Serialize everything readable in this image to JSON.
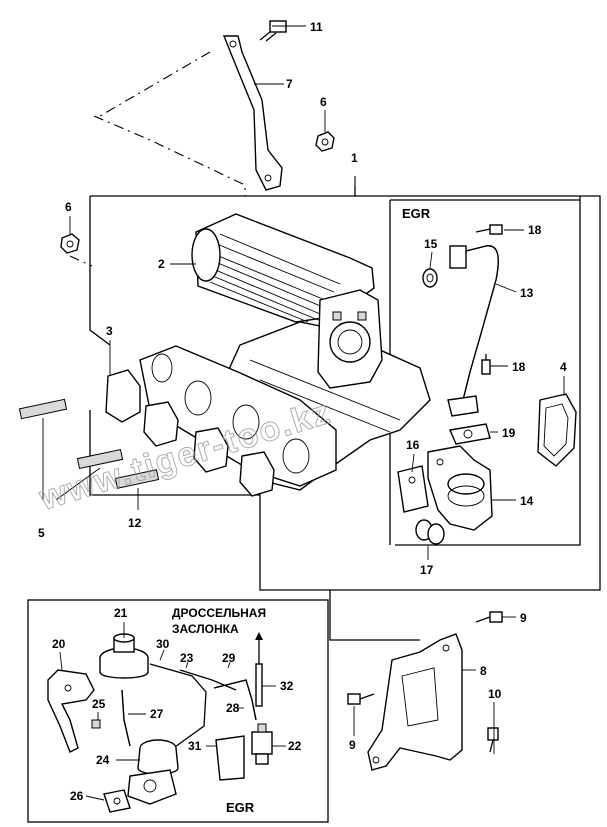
{
  "callouts": {
    "c1": "1",
    "c2": "2",
    "c3": "3",
    "c4": "4",
    "c5": "5",
    "c6a": "6",
    "c6b": "6",
    "c7": "7",
    "c8": "8",
    "c9a": "9",
    "c9b": "9",
    "c10": "10",
    "c11": "11",
    "c12": "12",
    "c13": "13",
    "c14": "14",
    "c15": "15",
    "c16": "16",
    "c17": "17",
    "c18a": "18",
    "c18b": "18",
    "c19": "19",
    "c20": "20",
    "c21": "21",
    "c22": "22",
    "c23": "23",
    "c24": "24",
    "c25": "25",
    "c26": "26",
    "c27": "27",
    "c28": "28",
    "c29": "29",
    "c30": "30",
    "c31": "31",
    "c32": "32"
  },
  "labels": {
    "egr_top": "EGR",
    "egr_bottom": "EGR",
    "throttle_line1": "ДРОССЕЛЬНАЯ",
    "throttle_line2": "ЗАСЛОНКА"
  },
  "watermark": "www.tiger-too.kz"
}
